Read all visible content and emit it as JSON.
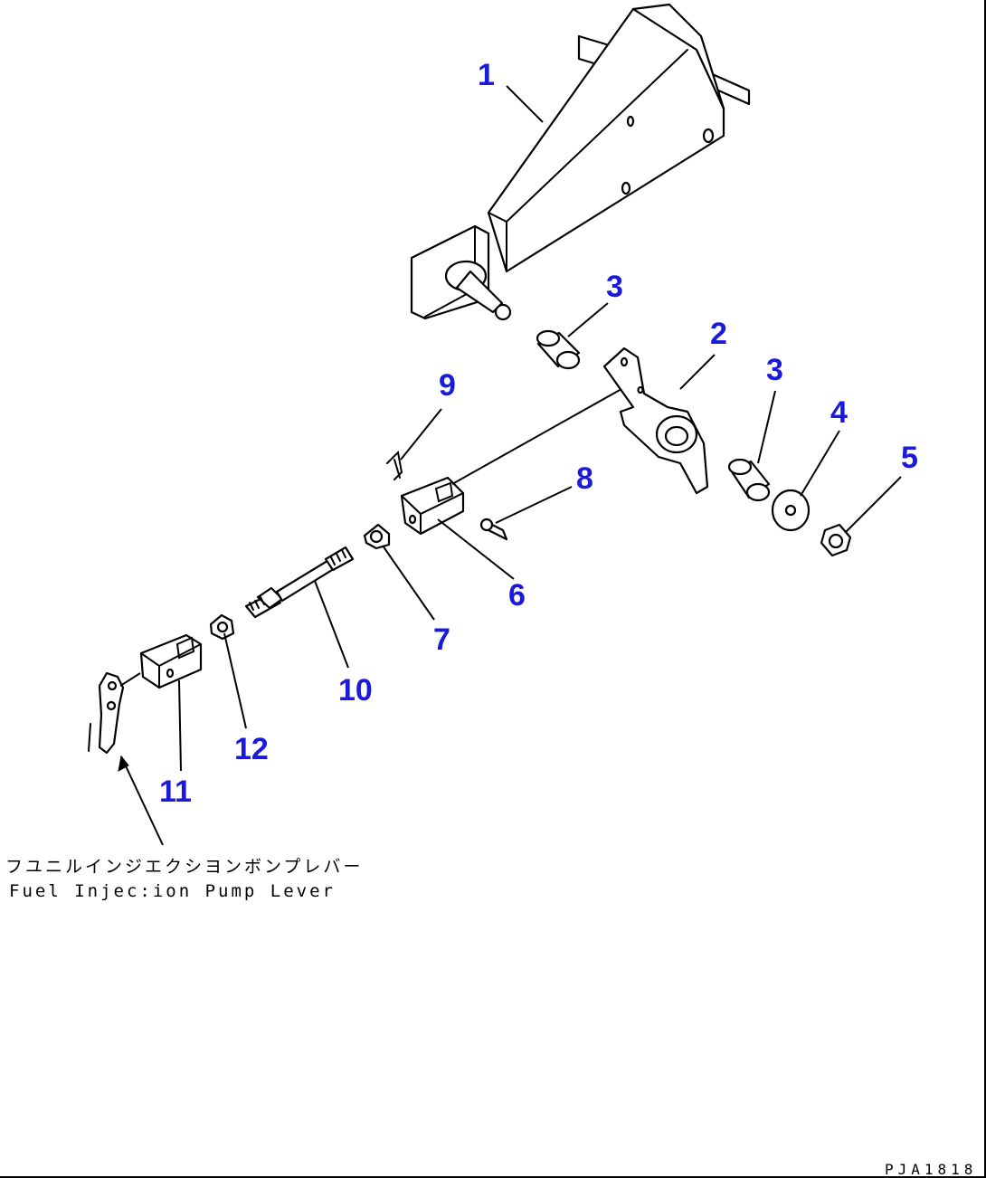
{
  "callouts": {
    "c1": "1",
    "c2": "2",
    "c3a": "3",
    "c3b": "3",
    "c4": "4",
    "c5": "5",
    "c6": "6",
    "c7": "7",
    "c8": "8",
    "c9": "9",
    "c10": "10",
    "c11": "11",
    "c12": "12"
  },
  "caption": {
    "japanese": "フユニルインジエクシヨンボンプレバー",
    "english": "Fuel Injec:ion Pump Lever"
  },
  "drawing_code": "PJA1818",
  "colors": {
    "callout": "#1a1adc",
    "line": "#000000",
    "background": "#ffffff"
  }
}
